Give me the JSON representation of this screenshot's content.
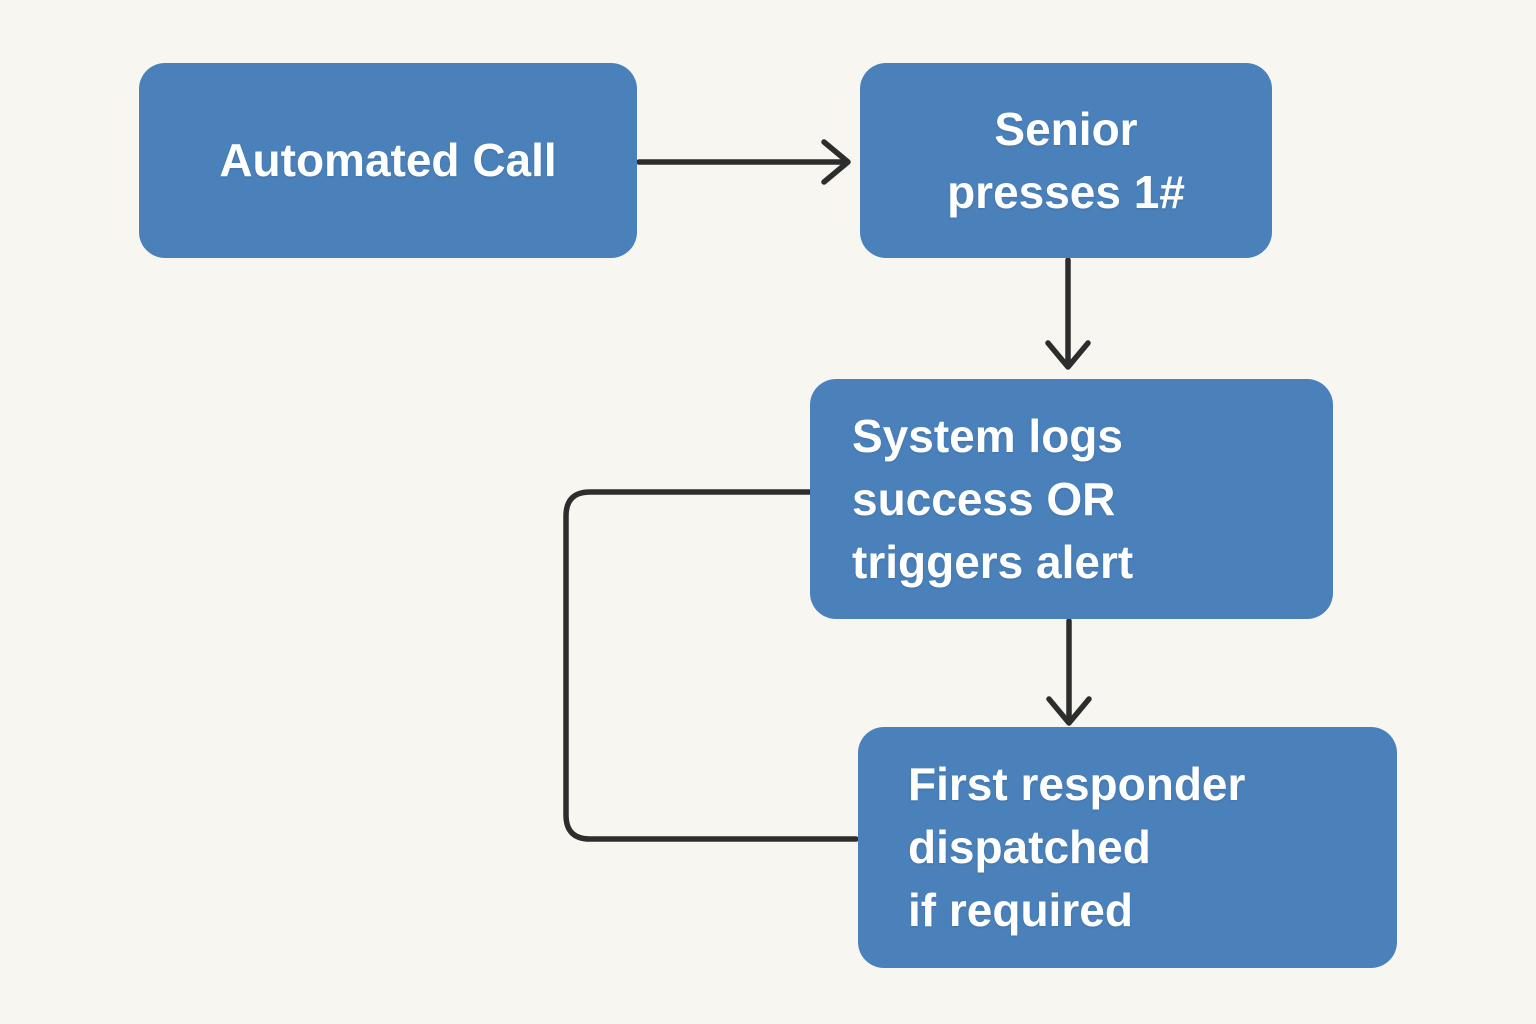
{
  "diagram": {
    "type": "flowchart",
    "nodes": [
      {
        "id": "automated-call",
        "label": "Automated Call"
      },
      {
        "id": "senior-presses",
        "label": "Senior\npresses 1#"
      },
      {
        "id": "system-logs",
        "label": "System logs\nsuccess OR\ntriggers alert"
      },
      {
        "id": "first-responder",
        "label": "First responder\ndispatched\nif required"
      }
    ],
    "connectors": [
      {
        "from": "automated-call",
        "to": "senior-presses",
        "style": "straight-arrow",
        "direction": "right"
      },
      {
        "from": "senior-presses",
        "to": "system-logs",
        "style": "straight-arrow",
        "direction": "down"
      },
      {
        "from": "system-logs",
        "to": "first-responder",
        "style": "straight-arrow",
        "direction": "down"
      },
      {
        "from": "system-logs",
        "to": "first-responder",
        "style": "elbow-line",
        "direction": "left-down-right"
      }
    ]
  },
  "colors": {
    "background": "#f7f6f1",
    "node_fill": "#4a81bb",
    "node_text": "#ffffff",
    "connector": "#2d2d2d"
  }
}
